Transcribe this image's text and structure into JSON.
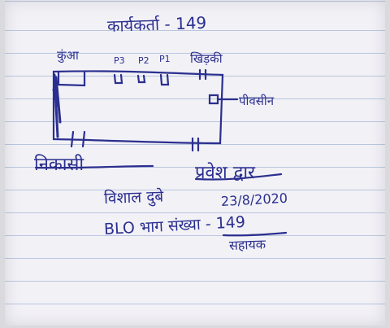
{
  "heading": "कार्यकर्ता - 149",
  "sketch": {
    "well_label": "कुंआ",
    "pillar_labels": [
      "P3",
      "P2",
      "P1"
    ],
    "window_label": "खिड़की",
    "pv_label": "पीवसीन",
    "exit_label": "निकासी",
    "entry_gate_label": "प्रवेश द्वार"
  },
  "note": {
    "name": "विशाल दुबे",
    "date": "23/8/2020",
    "blo_line": "BLO भाग संख्या - 149",
    "role": "सहायक"
  },
  "ink_color": "#2b2f8f"
}
